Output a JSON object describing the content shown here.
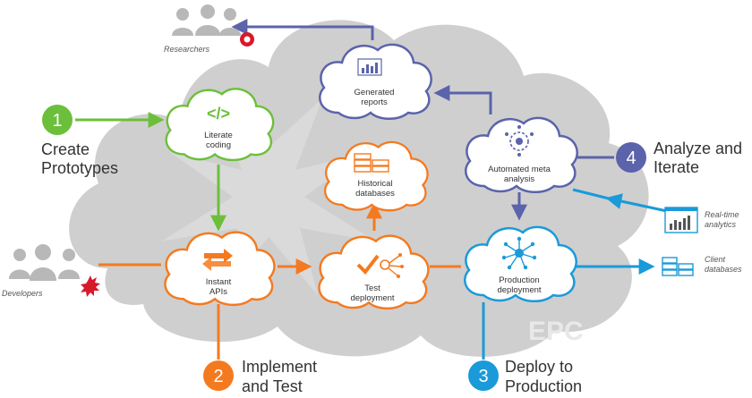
{
  "people": {
    "researchers": "Researchers",
    "developers": "Developers"
  },
  "clouds": {
    "literate_coding": [
      "Literate",
      "coding"
    ],
    "generated_reports": [
      "Generated",
      "reports"
    ],
    "historical_databases": [
      "Historical",
      "databases"
    ],
    "automated_meta_analysis": [
      "Automated meta",
      "analysis"
    ],
    "instant_apis": [
      "Instant",
      "APIs"
    ],
    "test_deployment": [
      "Test",
      "deployment"
    ],
    "production_deployment": [
      "Production",
      "deployment"
    ]
  },
  "steps": [
    {
      "number": "1",
      "lines": [
        "Create",
        "Prototypes"
      ]
    },
    {
      "number": "2",
      "lines": [
        "Implement",
        "and Test"
      ]
    },
    {
      "number": "3",
      "lines": [
        "Deploy to",
        "Production"
      ]
    },
    {
      "number": "4",
      "lines": [
        "Analyze and",
        "Iterate"
      ]
    }
  ],
  "side_labels": {
    "realtime_analytics": [
      "Real-time",
      "analytics"
    ],
    "client_databases": [
      "Client",
      "databases"
    ]
  },
  "big_cloud_label": "EPC",
  "colors": {
    "green": "#6cbf3a",
    "orange": "#f47a20",
    "blue": "#1a9ad9",
    "purple": "#5b63aa",
    "gray_cloud": "#d0d0d0",
    "people": "#b8b8b8",
    "red": "#d7192a"
  },
  "icons": [
    "code-brackets-icon",
    "report-chart-icon",
    "database-stack-icon",
    "network-gear-icon",
    "api-arrows-icon",
    "checkmark-network-icon",
    "hub-network-icon",
    "analytics-chart-icon",
    "database-icon",
    "gear-icon",
    "burst-icon",
    "people-icon"
  ]
}
